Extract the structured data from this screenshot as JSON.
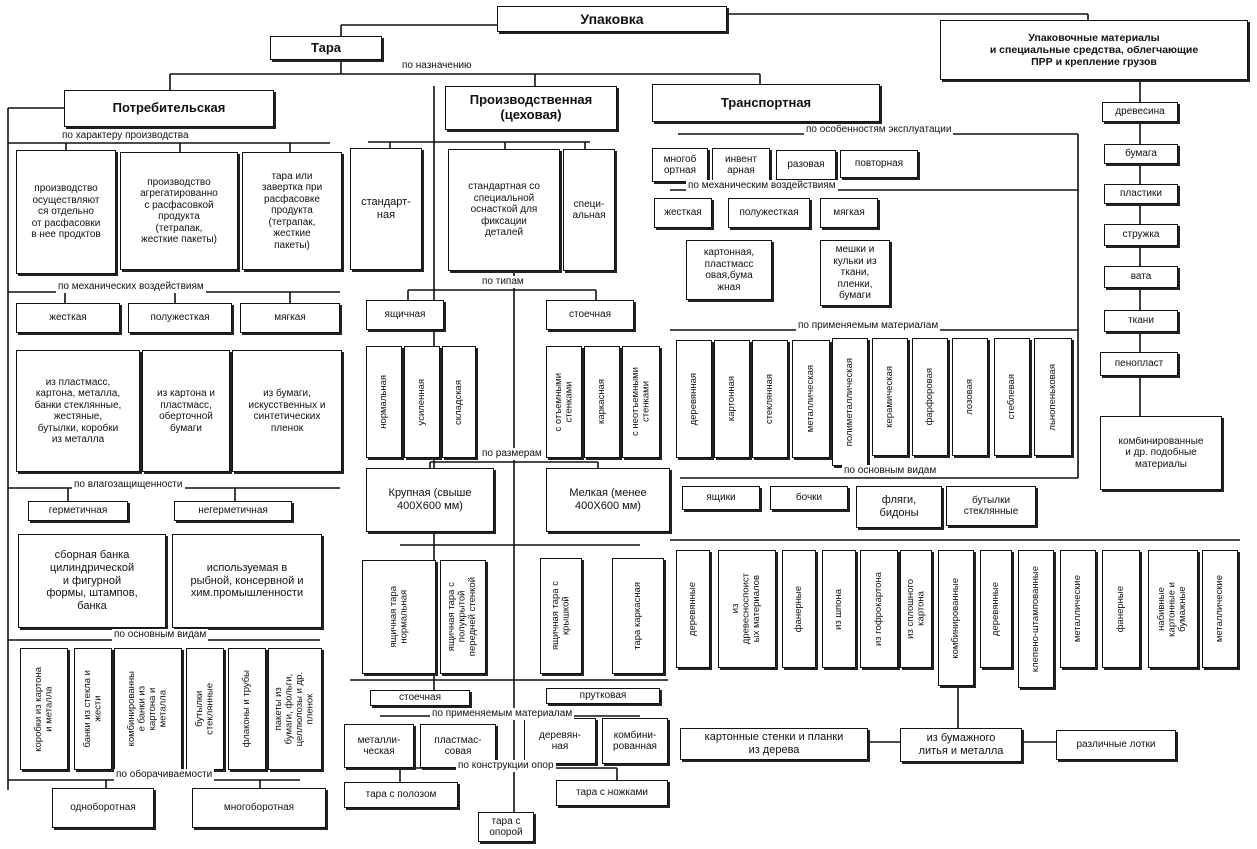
{
  "nodes": {
    "root": "Упаковка",
    "tara": "Тара",
    "materials": "Упаковочные материалы\nи специальные средства, облегчающие\nПРР и крепление грузов",
    "consumer": "Потребительская",
    "production": "Производственная\n(цеховая)",
    "transport": "Транспортная",
    "c_sep": "производство\nосуществляют\nся отдельно\nот расфасовки\nв нее продктов",
    "c_agg": "производство\nагрегатированно\nс расфасовкой\nпродукта\n(тетрапак,\nжесткие пакеты)",
    "c_wrap": "тара или\nзавертка при\nрасфасовке\nпродукта\n(тетрапак,\nжесткие\nпакеты)",
    "c_rigid": "жесткая",
    "c_semi": "полужесткая",
    "c_soft": "мягкая",
    "c_rigid_m": "из пластмасс,\nкартона, металла,\nбанки стеклянные,\nжестяные,\nбутылки, коробки\nиз металла",
    "c_semi_m": "из картона и\nпластмасс,\nоберточной\nбумаги",
    "c_soft_m": "из бумаги,\nискусственных и\nсинтетических\nпленок",
    "c_herm": "герметичная",
    "c_nonherm": "негерметичная",
    "c_herm_d": "сборная банка\nцилиндрической\nи фигурной\nформы, штампов,\nбанка",
    "c_nonherm_d": "используемая в\nрыбной, консервной и\nхим.промышленности",
    "c_t1": "коробки из картона\nи металла",
    "c_t2": "банки из стекла и\nжести",
    "c_t3": "комбинированны\nе банки из\nкартона и\nметалла",
    "c_t4": "бутылки\nстеклянные",
    "c_t5": "флаконы и трубы",
    "c_t6": "пакеты из\nбумаги, фольги,\nцеллюлозы и др.\nпленок",
    "c_once": "одноборотная",
    "c_multi": "многоборотная",
    "p_std": "стандарт-\nная",
    "p_std_osn": "стандартная со\nспециальной\nоснасткой для\nфиксации\nдеталей",
    "p_spec": "специ-\nальная",
    "p_box": "ящичная",
    "p_rack": "стоечная",
    "p_b1": "нормальная",
    "p_b2": "усиленная",
    "p_b3": "складская",
    "p_r1": "с отъемными\nстенками",
    "p_r2": "каркасная",
    "p_r3": "с неотъемными\nстенками",
    "p_large": "Крупная (свыше\n400Х600 мм)",
    "p_small": "Мелкая (менее\n400Х600 мм)",
    "p_s1": "ящичная тара\nнормальная",
    "p_s2": "ящичная тара с\nполукрытой\nпередней стенкой",
    "p_s3": "ящичная тара с\nкрышкой",
    "p_s4": "тара каркасная",
    "p_stoech": "стоечная",
    "p_prut": "прутковая",
    "p_metal": "металли-\nческая",
    "p_plast": "пластмас-\nсовая",
    "p_wood": "деревян-\nная",
    "p_comb": "комбини-\nрованная",
    "p_polоz": "тара с полозом",
    "p_legs": "тара с ножками",
    "p_opora": "тара с\nопорой",
    "t_multi": "многоб\nортная",
    "t_inv": "инвент\nарная",
    "t_once": "разовая",
    "t_rep": "повторная",
    "t_rigid": "жесткая",
    "t_semi": "полужесткая",
    "t_soft": "мягкая",
    "t_semi_m": "картонная,\nпластмасс\nовая,бума\nжная",
    "t_soft_m": "мешки и\nкульки из\nткани,\nпленки,\nбумаги",
    "t_m1": "деревянная",
    "t_m2": "картонная",
    "t_m3": "стеклянная",
    "t_m4": "металлическая",
    "t_m5": "полиметаллическая",
    "t_m6": "керамическая",
    "t_m7": "фарфоровая",
    "t_m8": "лозовая",
    "t_m9": "стеблевая",
    "t_m10": "льнопеньковая",
    "t_boxes": "ящики",
    "t_barrels": "бочки",
    "t_flasks": "фляги,\nбидоны",
    "t_bottles": "бутылки\nстеклянные",
    "t_k1": "деревянные",
    "t_k2": "из\nдревесноспоист\nых материалов",
    "t_k3": "фанерные",
    "t_k4": "из шпона",
    "t_k5": "из гофрокартона",
    "t_k6": "из сплошного\nкартона",
    "t_k7": "комбинированные",
    "t_k8": "деревянные",
    "t_k9": "клепено-штампованные",
    "t_k10": "металлические",
    "t_k11": "фанерные",
    "t_k12": "набивные\nкартонные и\nбумажные",
    "t_k13": "металлические",
    "t_walls": "картонные стенки и планки\nиз дерева",
    "t_paper": "из бумажного\nлитья и металла",
    "t_trays": "различные лотки",
    "m1": "древесина",
    "m2": "бумага",
    "m3": "пластики",
    "m4": "стружка",
    "m5": "вата",
    "m6": "ткани",
    "m7": "пенопласт",
    "m8": "комбинированные\nи др. подобные\nматериалы"
  },
  "labels": {
    "by_purpose": "по назначению",
    "by_prod": "по характеру производства",
    "by_mech_c": "по механических воздействиям",
    "by_moist": "по влагозащищенности",
    "by_types_c": "по основным видам",
    "by_turn": "по оборачиваемости",
    "by_types_p": "по типам",
    "by_size": "по размерам",
    "by_mat_p": "по применяемым материалам",
    "by_constr": "по конструкции опор",
    "by_exploit": "по особенностям эксплуатации",
    "by_mech_t": "по механическим воздействиям",
    "by_mat_t": "по применяемым материалам",
    "by_types_t": "по основным видам"
  }
}
